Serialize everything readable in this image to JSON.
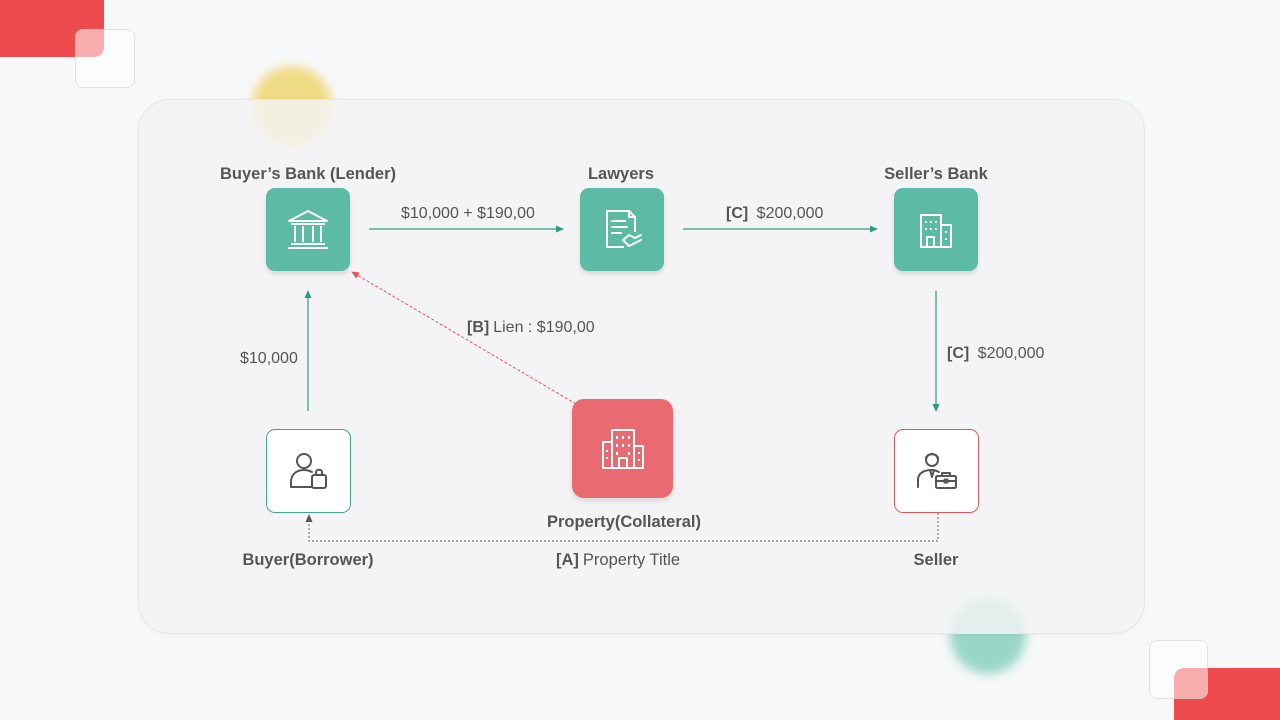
{
  "nodes": {
    "buyers_bank": "Buyer’s Bank (Lender)",
    "lawyers": "Lawyers",
    "sellers_bank": "Seller’s Bank",
    "buyer": "Buyer(Borrower)",
    "property": "Property(Collateral)",
    "seller": "Seller"
  },
  "flows": {
    "bank_to_lawyers": "$10,000 + $190,00",
    "lawyers_to_sellers_bank": {
      "tag": "[C]",
      "amount": "$200,000"
    },
    "sellers_bank_to_seller": {
      "tag": "[C]",
      "amount": "$200,000"
    },
    "buyer_to_bank": "$10,000",
    "lien": {
      "tag": "[B]",
      "text": "Lien : $190,00"
    },
    "title": {
      "tag": "[A]",
      "text": "Property Title"
    }
  },
  "colors": {
    "teal": "#5dbba5",
    "red": "#e96b71",
    "accent_red": "#ef4a4d",
    "arrow_teal": "#2f9a80",
    "arrow_red": "#e5565b"
  },
  "icons": {
    "buyers_bank": "bank-icon",
    "lawyers": "contract-handshake-icon",
    "sellers_bank": "office-building-icon",
    "buyer": "person-with-bag-icon",
    "property": "apartment-building-icon",
    "seller": "businessman-briefcase-icon"
  }
}
